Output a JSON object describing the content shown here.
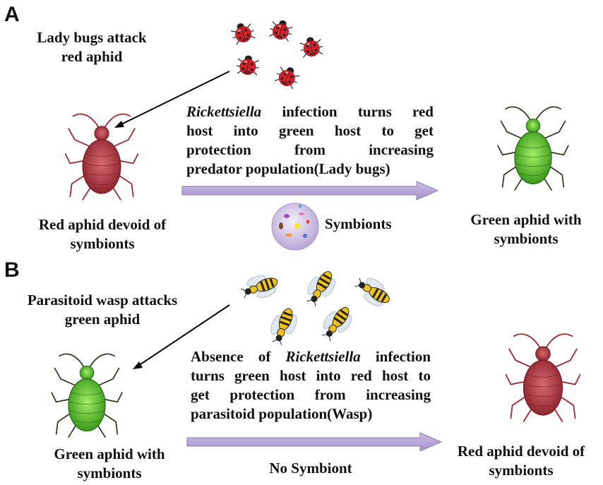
{
  "panel_a": {
    "letter": "A",
    "attack_label": "Lady bugs attack\nred aphid",
    "host_label": "Red aphid devoid of\nsymbionts",
    "result_label": "Green aphid with\nsymbionts",
    "symbionts_label": "Symbionts",
    "description": {
      "italic_term": "Rickettsiella",
      "line1_rest": " infection turns red",
      "line2": "host into green host to get",
      "line3": "protection from increasing",
      "line4": "predator population(Lady bugs)"
    }
  },
  "panel_b": {
    "letter": "B",
    "attack_label": "Parasitoid wasp attacks\ngreen aphid",
    "host_label": "Green aphid with\nsymbionts",
    "result_label": "Red aphid devoid of\nsymbionts",
    "no_symbiont_label": "No Symbiont",
    "description": {
      "line1_prefix": "Absence of ",
      "italic_term": "Rickettsiella",
      "line1_rest": " infection",
      "line2": "turns green host into red host to",
      "line3": "get protection from increasing",
      "line4": "parasitoid population(Wasp)"
    }
  },
  "colors": {
    "arrow_fill": "#b8a6d6",
    "arrow_stroke": "#8d7cb0",
    "red_aphid": "#b5404a",
    "green_aphid": "#5cc736",
    "ladybug": "#d8202a",
    "wasp_yellow": "#f0c21a"
  }
}
